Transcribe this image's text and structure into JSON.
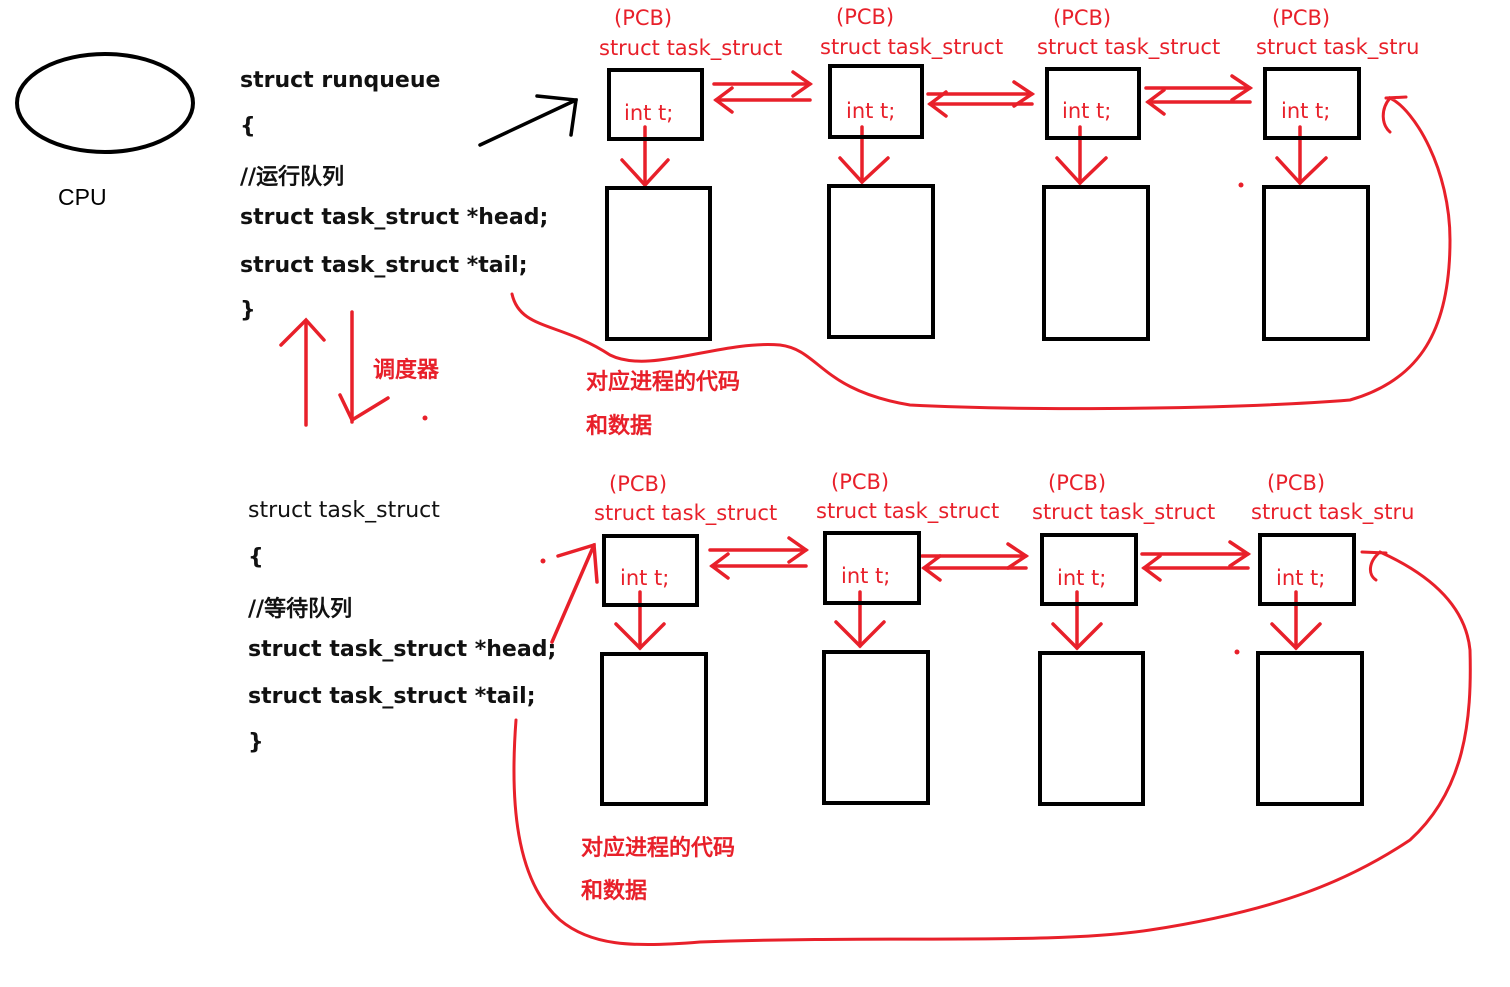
{
  "cpu": {
    "label": "CPU"
  },
  "runqueue": {
    "lines": [
      "struct runqueue",
      "{",
      "//运行队列",
      "struct task_struct *head;",
      "struct task_struct *tail;",
      "}"
    ]
  },
  "waitqueue": {
    "lines": [
      "struct task_struct",
      "{",
      "//等待队列",
      "struct task_struct *head;",
      "struct task_struct *tail;",
      "}"
    ]
  },
  "scheduler_label": "调度器",
  "pcb": {
    "tag": "(PCB)",
    "type_full": "struct task_struct",
    "type_cut": "struct task_stru",
    "field": "int t;"
  },
  "code_data_note": {
    "line1": "对应进程的代码",
    "line2": "和数据"
  },
  "colors": {
    "ink": "#000000",
    "annotation": "#e8202a"
  }
}
